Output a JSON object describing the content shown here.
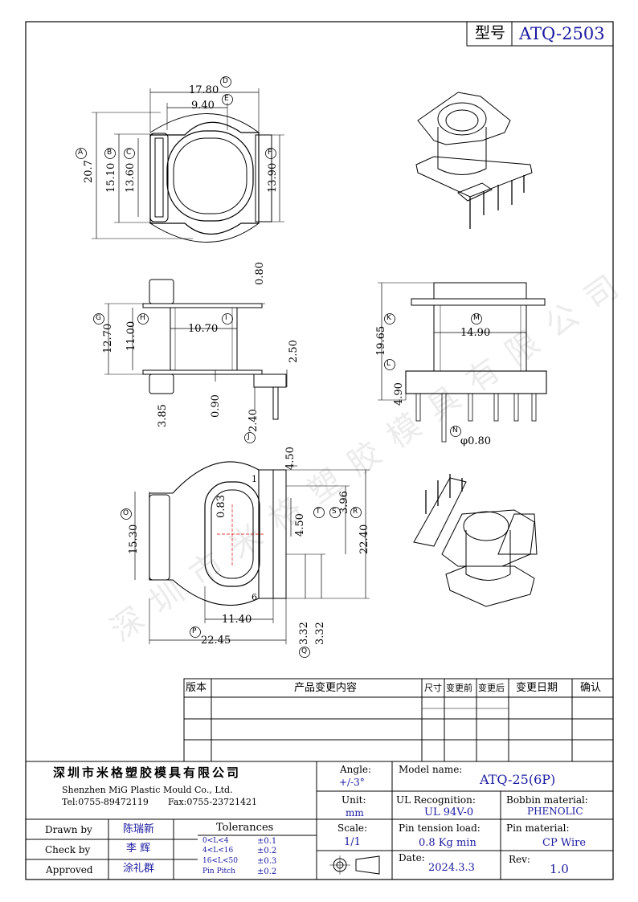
{
  "header": {
    "model_label": "型号",
    "model_value": "ATQ-2503"
  },
  "views": {
    "top": {
      "dims": [
        "17.80",
        "9.40",
        "20.7",
        "15.10",
        "13.60",
        "13.90"
      ],
      "markers": [
        "D",
        "E",
        "A",
        "B",
        "C",
        "F"
      ]
    },
    "side": {
      "dims": [
        "0.80",
        "12.70",
        "11.00",
        "10.70",
        "2.50",
        "3.85",
        "0.90",
        "2.40"
      ],
      "markers": [
        "G",
        "H",
        "I",
        "J"
      ]
    },
    "front": {
      "dims": [
        "19.65",
        "14.90",
        "4.90",
        "φ0.80"
      ],
      "markers": [
        "K",
        "M",
        "L",
        "N"
      ]
    },
    "bottom": {
      "dims": [
        "4.50",
        "0.83",
        "4.50",
        "3.96",
        "15.30",
        "22.40",
        "11.40",
        "22.45",
        "3.32",
        "3.32"
      ],
      "markers": [
        "O",
        "T",
        "S",
        "R",
        "P",
        "Q"
      ],
      "pins": [
        "1",
        "6"
      ]
    },
    "watermark": "深圳市米格塑胶模具有限公司"
  },
  "revision_table": {
    "headers": [
      "版本",
      "产品变更内容",
      "尺寸",
      "变更前",
      "变更后",
      "变更日期",
      "确认"
    ]
  },
  "title_block": {
    "company_cn": "深圳市米格塑胶模具有限公司",
    "company_en": "Shenzhen MiG Plastic Mould Co., Ltd.",
    "tel": "Tel:0755-89472119",
    "fax": "Fax:0755-23721421",
    "angle_label": "Angle:",
    "angle_value": "+/-3°",
    "unit_label": "Unit:",
    "unit_value": "mm",
    "scale_label": "Scale:",
    "scale_value": "1/1",
    "model_name_label": "Model name:",
    "model_name_value": "ATQ-25(6P)",
    "ul_label": "UL Recognition:",
    "ul_value": "UL 94V-0",
    "bobbin_label": "Bobbin material:",
    "bobbin_value": "PHENOLIC",
    "pin_tension_label": "Pin tension load:",
    "pin_tension_value": "0.8 Kg min",
    "pin_material_label": "Pin material:",
    "pin_material_value": "CP Wire",
    "date_label": "Date:",
    "date_value": "2024.3.3",
    "rev_label": "Rev:",
    "rev_value": "1.0",
    "drawn_by_label": "Drawn by",
    "drawn_by_value": "陈瑞新",
    "check_by_label": "Check by",
    "check_by_value": "李 辉",
    "approved_label": "Approved",
    "approved_value": "涂礼群",
    "tolerances_label": "Tolerances",
    "tolerances": [
      {
        "range": "0<L<4",
        "value": "±0.1"
      },
      {
        "range": "4<L<16",
        "value": "±0.2"
      },
      {
        "range": "16<L<50",
        "value": "±0.3"
      },
      {
        "range": "Pin Pitch",
        "value": "±0.2"
      }
    ]
  }
}
